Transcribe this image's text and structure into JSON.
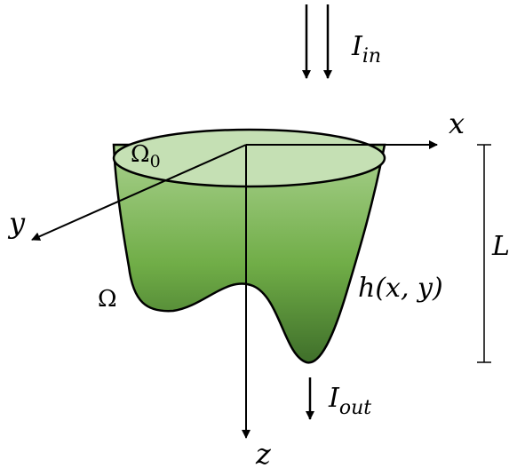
{
  "labels": {
    "i_in": {
      "base": "I",
      "sub": "in"
    },
    "i_out": {
      "base": "I",
      "sub": "out"
    },
    "omega_0": {
      "base": "Ω",
      "sub": "0"
    },
    "omega": "Ω",
    "axis_x": "x",
    "axis_y": "y",
    "axis_z": "z",
    "length": "L",
    "height_fn": "h(x, y)"
  },
  "colors": {
    "body_top": "#a9d18e",
    "body_bottom": "#3f6f2a",
    "lid": "#c5e0b4",
    "stroke": "#000000"
  }
}
